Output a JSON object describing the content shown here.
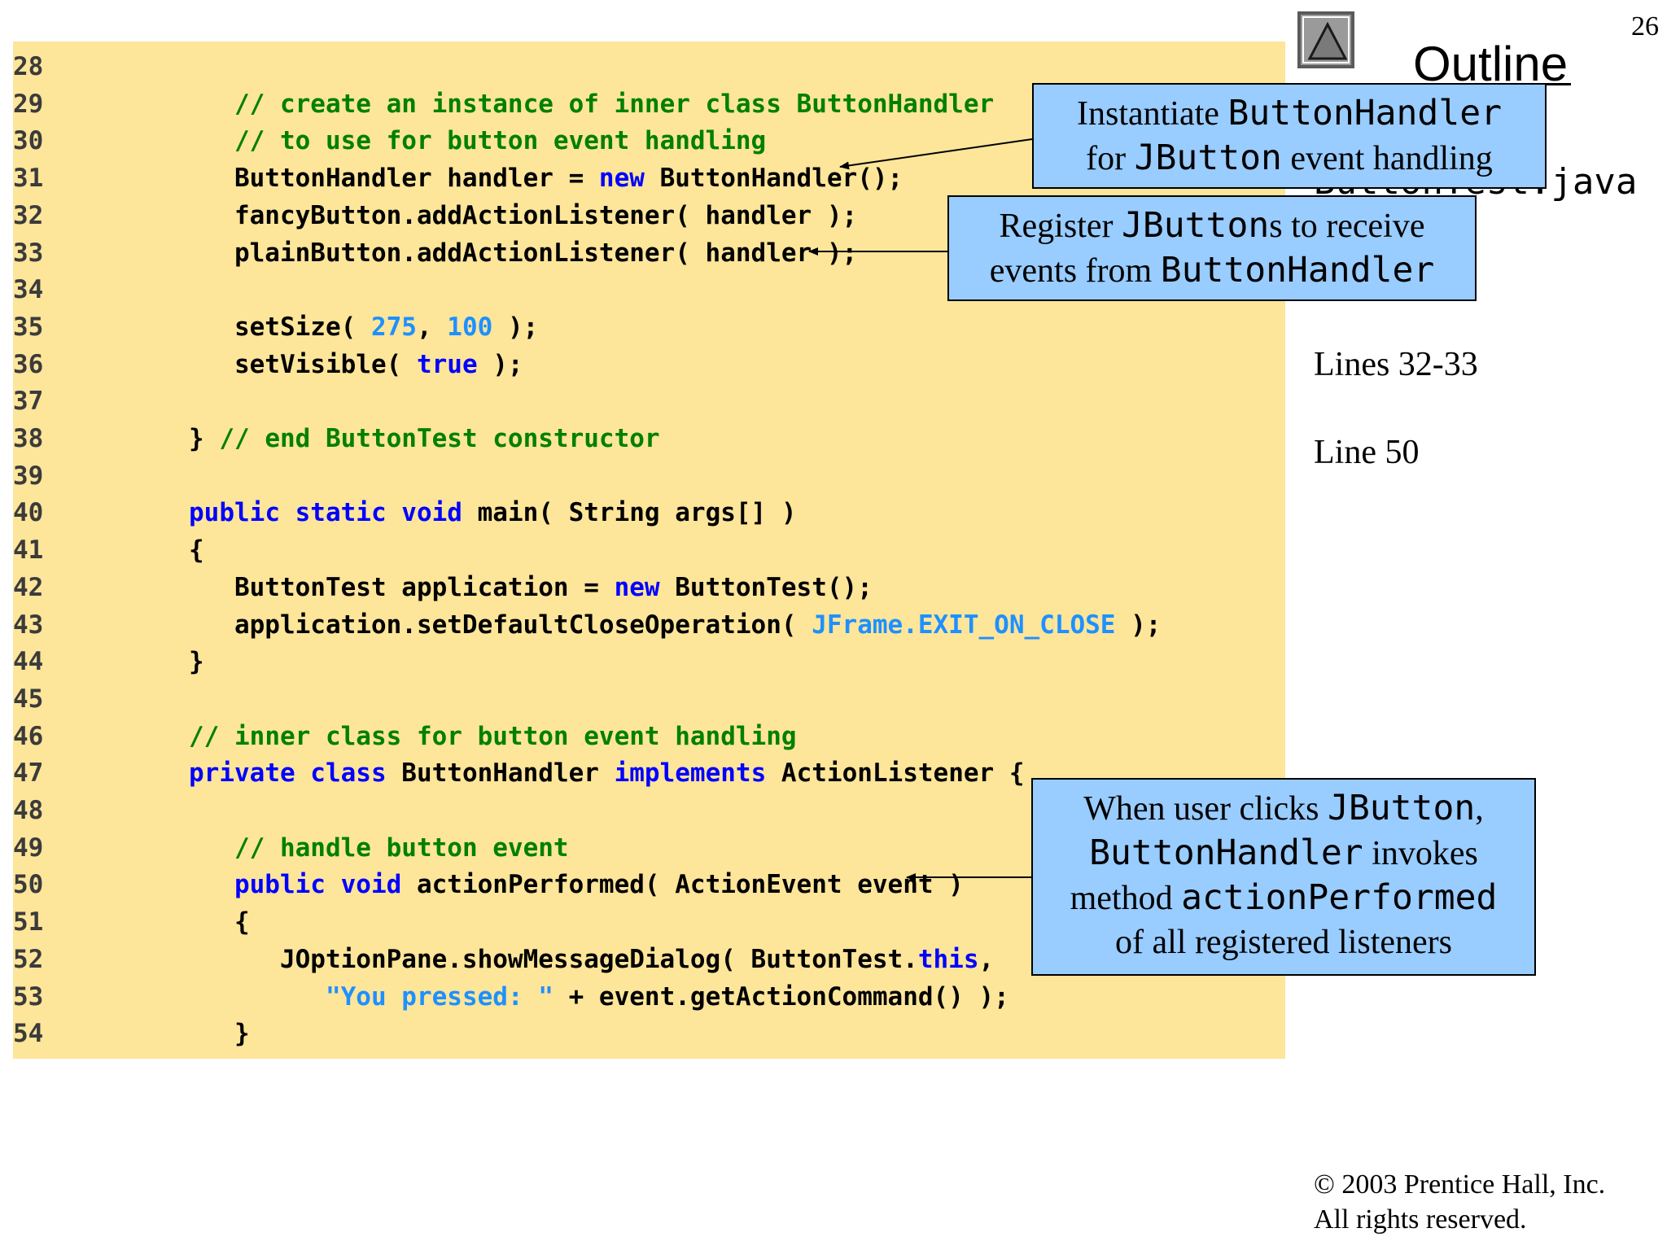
{
  "page_number": "26",
  "outline": {
    "title": "Outline",
    "file_name": "ButtonTest.java",
    "notes": [
      "Lines 32-33",
      "Line 50"
    ]
  },
  "code": [
    {
      "num": "28",
      "tokens": []
    },
    {
      "num": "29",
      "tokens": [
        {
          "t": "      "
        },
        {
          "t": "// create an instance of inner class ButtonHandler",
          "c": "comment"
        }
      ]
    },
    {
      "num": "30",
      "tokens": [
        {
          "t": "      "
        },
        {
          "t": "// to use for button event handling",
          "c": "comment"
        }
      ]
    },
    {
      "num": "31",
      "tokens": [
        {
          "t": "      ButtonHandler handler = "
        },
        {
          "t": "new",
          "c": "kw"
        },
        {
          "t": " ButtonHandler();"
        }
      ]
    },
    {
      "num": "32",
      "tokens": [
        {
          "t": "      fancyButton.addActionListener( handler );"
        }
      ]
    },
    {
      "num": "33",
      "tokens": [
        {
          "t": "      plainButton.addActionListener( handler );"
        }
      ]
    },
    {
      "num": "34",
      "tokens": []
    },
    {
      "num": "35",
      "tokens": [
        {
          "t": "      setSize( "
        },
        {
          "t": "275",
          "c": "lit"
        },
        {
          "t": ", "
        },
        {
          "t": "100",
          "c": "lit"
        },
        {
          "t": " );"
        }
      ]
    },
    {
      "num": "36",
      "tokens": [
        {
          "t": "      setVisible( "
        },
        {
          "t": "true",
          "c": "kw"
        },
        {
          "t": " );"
        }
      ]
    },
    {
      "num": "37",
      "tokens": []
    },
    {
      "num": "38",
      "tokens": [
        {
          "t": "   } "
        },
        {
          "t": "// end ButtonTest constructor",
          "c": "comment"
        }
      ]
    },
    {
      "num": "39",
      "tokens": []
    },
    {
      "num": "40",
      "tokens": [
        {
          "t": "   "
        },
        {
          "t": "public static void",
          "c": "kw"
        },
        {
          "t": " main( String args[] )"
        }
      ]
    },
    {
      "num": "41",
      "tokens": [
        {
          "t": "   {"
        }
      ]
    },
    {
      "num": "42",
      "tokens": [
        {
          "t": "      ButtonTest application = "
        },
        {
          "t": "new",
          "c": "kw"
        },
        {
          "t": " ButtonTest();"
        }
      ]
    },
    {
      "num": "43",
      "tokens": [
        {
          "t": "      application.setDefaultCloseOperation( "
        },
        {
          "t": "JFrame.EXIT_ON_CLOSE",
          "c": "lit"
        },
        {
          "t": " );"
        }
      ]
    },
    {
      "num": "44",
      "tokens": [
        {
          "t": "   }"
        }
      ]
    },
    {
      "num": "45",
      "tokens": []
    },
    {
      "num": "46",
      "tokens": [
        {
          "t": "   "
        },
        {
          "t": "// inner class for button event handling",
          "c": "comment"
        }
      ]
    },
    {
      "num": "47",
      "tokens": [
        {
          "t": "   "
        },
        {
          "t": "private class",
          "c": "kw"
        },
        {
          "t": " ButtonHandler "
        },
        {
          "t": "implements",
          "c": "kw"
        },
        {
          "t": " ActionListener {"
        }
      ]
    },
    {
      "num": "48",
      "tokens": []
    },
    {
      "num": "49",
      "tokens": [
        {
          "t": "      "
        },
        {
          "t": "// handle button event",
          "c": "comment"
        }
      ]
    },
    {
      "num": "50",
      "tokens": [
        {
          "t": "      "
        },
        {
          "t": "public void",
          "c": "kw"
        },
        {
          "t": " actionPerformed( ActionEvent event )"
        }
      ]
    },
    {
      "num": "51",
      "tokens": [
        {
          "t": "      {"
        }
      ]
    },
    {
      "num": "52",
      "tokens": [
        {
          "t": "         JOptionPane.showMessageDialog( ButtonTest."
        },
        {
          "t": "this",
          "c": "kw"
        },
        {
          "t": ","
        }
      ]
    },
    {
      "num": "53",
      "tokens": [
        {
          "t": "            "
        },
        {
          "t": "\"You pressed: \"",
          "c": "lit"
        },
        {
          "t": " + event.getActionCommand() );"
        }
      ]
    },
    {
      "num": "54",
      "tokens": [
        {
          "t": "      }"
        }
      ]
    }
  ],
  "callouts": [
    {
      "lines": [
        [
          {
            "t": "Instantiate "
          },
          {
            "t": "ButtonHandler",
            "mono": true
          }
        ],
        [
          {
            "t": "for "
          },
          {
            "t": "JButton",
            "mono": true
          },
          {
            "t": " event handling"
          }
        ]
      ]
    },
    {
      "lines": [
        [
          {
            "t": "Register "
          },
          {
            "t": "JButton",
            "mono": true
          },
          {
            "t": "s to receive"
          }
        ],
        [
          {
            "t": "events from "
          },
          {
            "t": "ButtonHandler",
            "mono": true
          }
        ]
      ]
    },
    {
      "lines": [
        [
          {
            "t": "When user clicks "
          },
          {
            "t": "JButton",
            "mono": true
          },
          {
            "t": ","
          }
        ],
        [
          {
            "t": "ButtonHandler",
            "mono": true
          },
          {
            "t": " invokes"
          }
        ],
        [
          {
            "t": "method "
          },
          {
            "t": "actionPerformed",
            "mono": true
          }
        ],
        [
          {
            "t": "of all registered listeners"
          }
        ]
      ]
    }
  ],
  "copyright": {
    "line1": "© 2003 Prentice Hall, Inc.",
    "line2": "All rights reserved."
  },
  "colors": {
    "code_background": "#fde59a",
    "callout_background": "#99ccff",
    "keyword": "#0000ff",
    "comment": "#008000",
    "literal": "#1e90ff"
  }
}
